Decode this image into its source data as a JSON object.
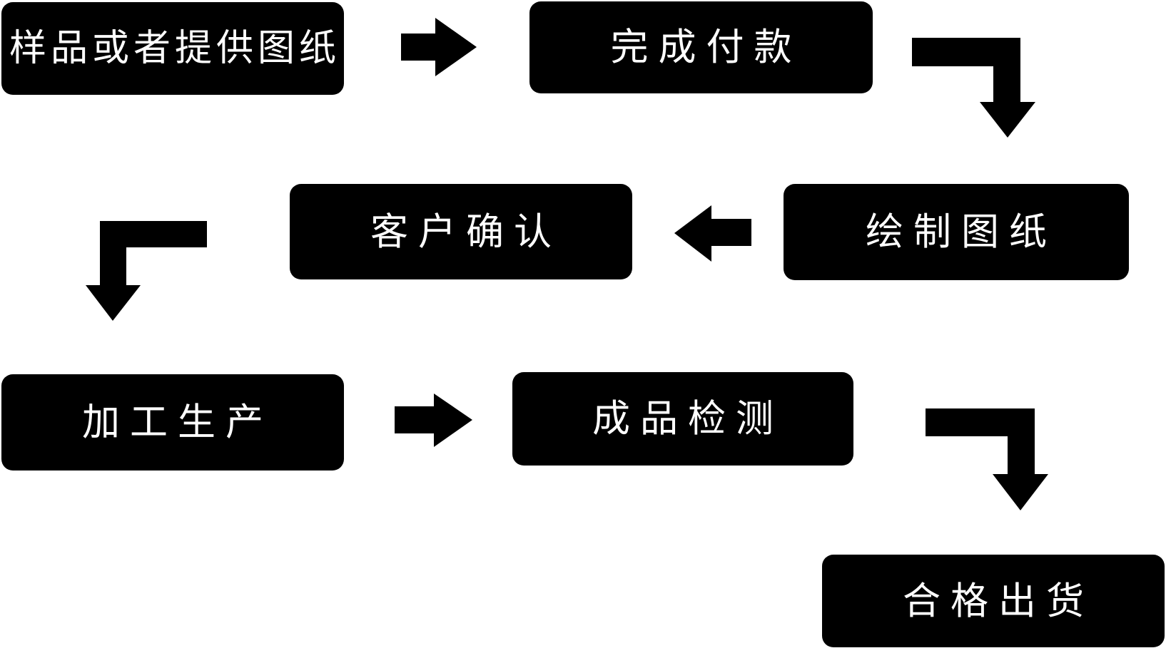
{
  "diagram": {
    "type": "flowchart",
    "background_color": "#ffffff",
    "node_fill_color": "#000000",
    "node_text_color": "#ffffff",
    "arrow_color": "#000000",
    "nodes": [
      {
        "id": "sample-or-drawing",
        "label": "样品或者提供图纸"
      },
      {
        "id": "complete-payment",
        "label": "完成付款"
      },
      {
        "id": "draw-drawings",
        "label": "绘制图纸"
      },
      {
        "id": "customer-confirmation",
        "label": "客户确认"
      },
      {
        "id": "processing-production",
        "label": "加工生产"
      },
      {
        "id": "finished-product-inspection",
        "label": "成品检测"
      },
      {
        "id": "qualified-shipment",
        "label": "合格出货"
      }
    ],
    "edges": [
      {
        "from": "sample-or-drawing",
        "to": "complete-payment",
        "style": "straight-right"
      },
      {
        "from": "complete-payment",
        "to": "draw-drawings",
        "style": "elbow-right-down"
      },
      {
        "from": "draw-drawings",
        "to": "customer-confirmation",
        "style": "straight-left"
      },
      {
        "from": "customer-confirmation",
        "to": "processing-production",
        "style": "elbow-left-down"
      },
      {
        "from": "processing-production",
        "to": "finished-product-inspection",
        "style": "straight-right"
      },
      {
        "from": "finished-product-inspection",
        "to": "qualified-shipment",
        "style": "elbow-right-down"
      }
    ]
  }
}
